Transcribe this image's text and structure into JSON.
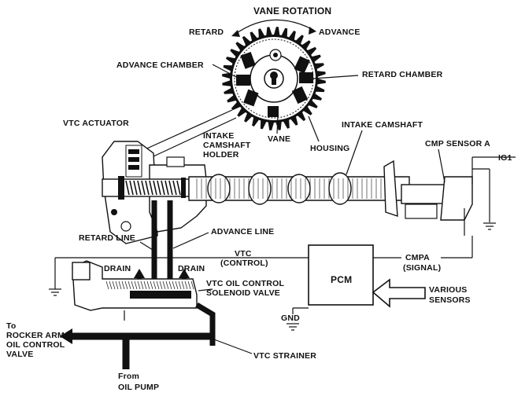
{
  "labels": {
    "vane_rotation": "VANE ROTATION",
    "retard": "RETARD",
    "advance": "ADVANCE",
    "advance_chamber": "ADVANCE CHAMBER",
    "retard_chamber": "RETARD CHAMBER",
    "vtc_actuator": "VTC ACTUATOR",
    "intake_camshaft_holder_1": "INTAKE",
    "intake_camshaft_holder_2": "CAMSHAFT",
    "intake_camshaft_holder_3": "HOLDER",
    "vane": "VANE",
    "housing": "HOUSING",
    "intake_camshaft": "INTAKE CAMSHAFT",
    "cmp_sensor_a": "CMP SENSOR A",
    "ig1": "IG1",
    "retard_line": "RETARD LINE",
    "advance_line": "ADVANCE LINE",
    "vtc_control_1": "VTC",
    "vtc_control_2": "(CONTROL)",
    "drain_left": "DRAIN",
    "drain_right": "DRAIN",
    "pcm": "PCM",
    "cmpa_signal_1": "CMPA",
    "cmpa_signal_2": "(SIGNAL)",
    "solenoid_1": "VTC OIL CONTROL",
    "solenoid_2": "SOLENOID VALVE",
    "various_sensors_1": "VARIOUS",
    "various_sensors_2": "SENSORS",
    "gnd": "GND",
    "rocker_1": "To",
    "rocker_2": "ROCKER ARM",
    "rocker_3": "OIL CONTROL",
    "rocker_4": "VALVE",
    "vtc_strainer": "VTC STRAINER",
    "oil_pump_1": "From",
    "oil_pump_2": "OIL PUMP"
  }
}
